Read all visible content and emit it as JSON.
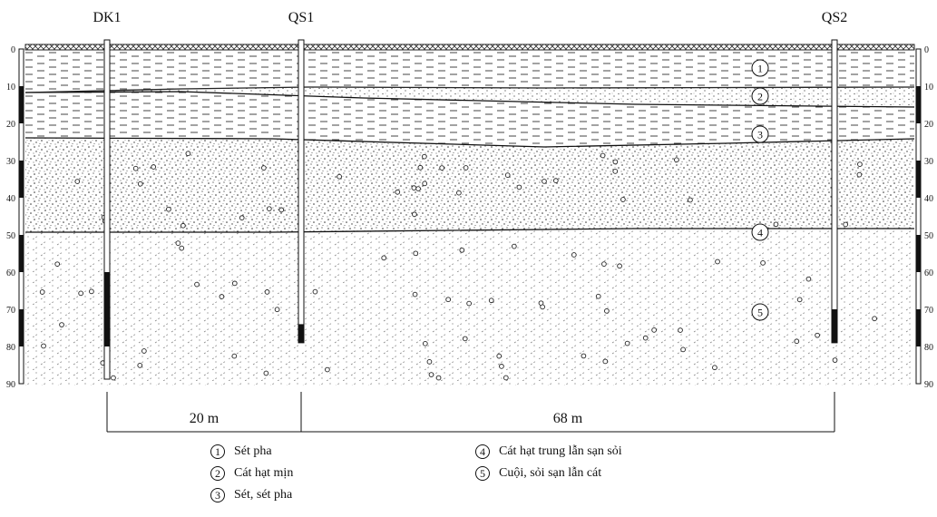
{
  "wells": [
    {
      "name": "DK1"
    },
    {
      "name": "QS1"
    },
    {
      "name": "QS2"
    }
  ],
  "depth_ticks": [
    "0",
    "10",
    "20",
    "30",
    "40",
    "50",
    "60",
    "70",
    "80",
    "90"
  ],
  "layer_markers": [
    "1",
    "2",
    "3",
    "4",
    "5"
  ],
  "distances": [
    "20 m",
    "68 m"
  ],
  "legend": [
    {
      "num": "1",
      "label": "Sét pha"
    },
    {
      "num": "2",
      "label": "Cát hạt mịn"
    },
    {
      "num": "3",
      "label": "Sét, sét pha"
    },
    {
      "num": "4",
      "label": "Cát hạt trung lẫn sạn sỏi"
    },
    {
      "num": "5",
      "label": "Cuội, sỏi sạn lẫn cát"
    }
  ]
}
